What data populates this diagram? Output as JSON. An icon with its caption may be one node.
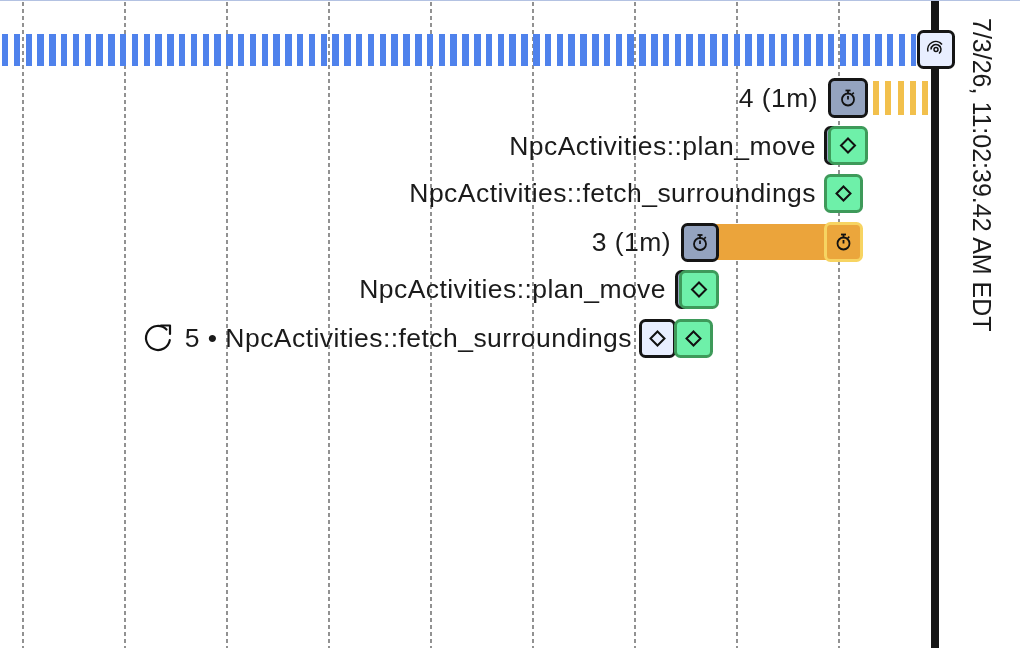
{
  "diagram": {
    "nodes": [
      {
        "text": [],
        "shape": "bar"
      },
      {
        "text": [],
        "shape": "bar"
      },
      {
        "text": [],
        "shape": "bar"
      }
    ],
    "labels": [
      "4 (1m)",
      "NpcActivities::plan_move",
      "NpcActivities::fetch_surroundings",
      "3 (1m)",
      "NpcActivities::plan_move",
      "5 • NpcActivities::fetch_surroundings",
      "7/3/26, 11:02:39.42 AM EDT"
    ]
  }
}
